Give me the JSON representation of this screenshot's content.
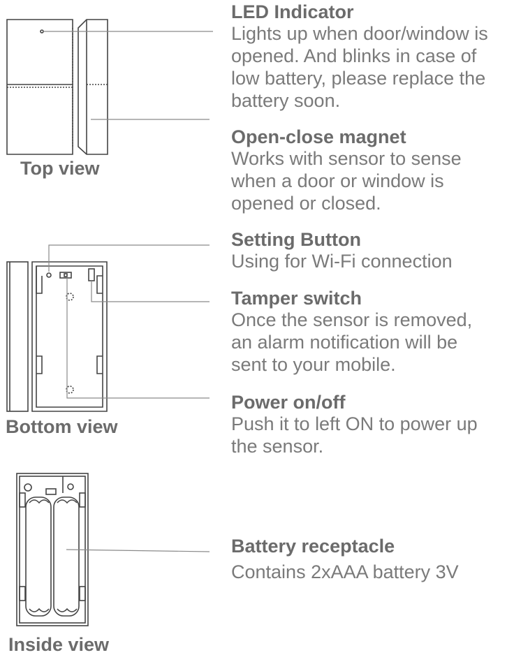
{
  "views": {
    "top": "Top view",
    "bottom": "Bottom view",
    "inside": "Inside view"
  },
  "callouts": [
    {
      "title": "LED Indicator",
      "lines": [
        "Lights up when door/window is",
        "opened. And blinks in case of",
        "low battery, please replace the",
        "battery soon."
      ]
    },
    {
      "title": "Open-close magnet",
      "lines": [
        "Works with sensor to sense",
        "when a door or window is",
        "opened or closed."
      ]
    },
    {
      "title": "Setting Button",
      "lines": [
        "Using for Wi-Fi connection"
      ]
    },
    {
      "title": "Tamper switch",
      "lines": [
        "Once the sensor is removed,",
        "an alarm notification will be",
        "sent to your mobile."
      ]
    },
    {
      "title": "Power on/off",
      "lines": [
        "Push it to left ON to power up",
        "the sensor."
      ]
    },
    {
      "title": "Battery receptacle",
      "lines": [
        "Contains 2xAAA battery 3V"
      ]
    }
  ],
  "colors": {
    "text": "#6b6b6b",
    "line": "#444444",
    "leader": "#8a8a8a"
  }
}
